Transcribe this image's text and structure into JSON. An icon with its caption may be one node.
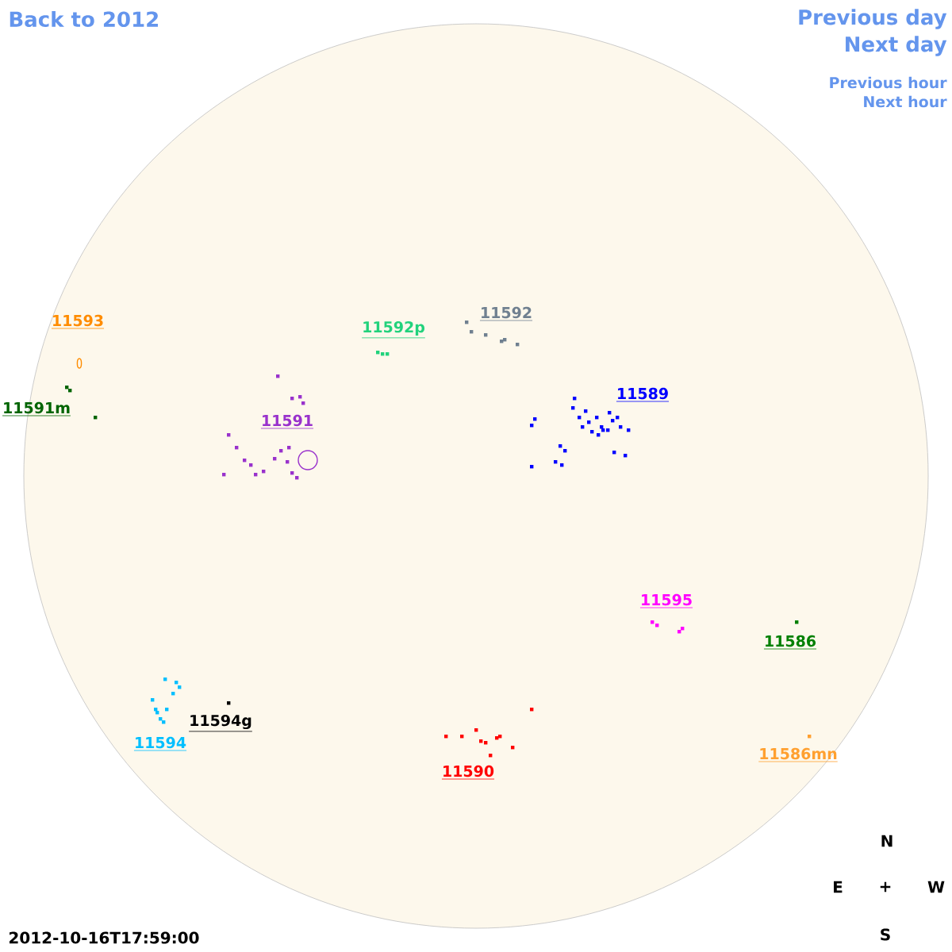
{
  "diagram": {
    "labels": [
      "Back to 2012",
      "Previous day",
      "Next day",
      "Previous hour",
      "Next hour",
      "11592",
      "11593",
      "11592p",
      "11591m",
      "11589",
      "11591",
      "11595",
      "11586",
      "11594g",
      "11594",
      "11586mn",
      "11590",
      "N",
      "E",
      "+",
      "W",
      "S",
      "2012-10-16T17:59:00"
    ]
  }
}
